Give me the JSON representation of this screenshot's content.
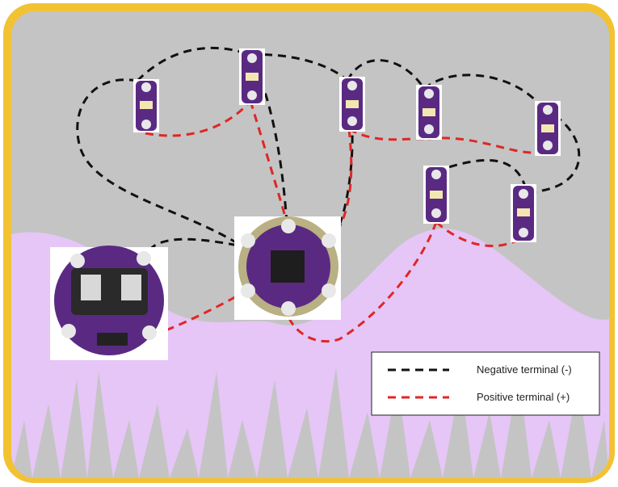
{
  "colors": {
    "frame": "#f2c232",
    "background": "#c4c4c4",
    "hills": "#e5c6f6",
    "negative_wire": "#111111",
    "positive_wire": "#e02626",
    "board_purple": "#5a2a83"
  },
  "legend": {
    "negative_label": "Negative terminal (-)",
    "positive_label": "Positive terminal (+)"
  },
  "components": {
    "battery_holder": "coin-cell-battery-holder",
    "microcontroller": "lilypad-tiny-board",
    "leds": [
      "led-1",
      "led-2",
      "led-3",
      "led-4",
      "led-5",
      "led-6",
      "led-7"
    ]
  }
}
